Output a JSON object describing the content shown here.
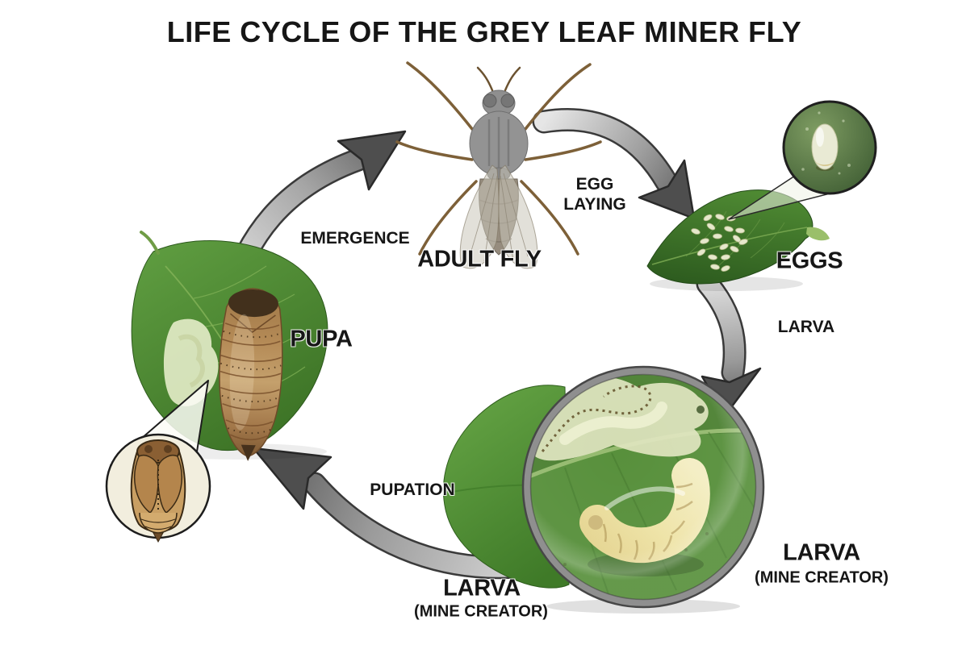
{
  "title": "LIFE CYCLE OF THE GREY LEAF MINER FLY",
  "stages": {
    "adult_fly": {
      "label": "ADULT FLY"
    },
    "eggs": {
      "label": "EGGS"
    },
    "larva_magnified_right": {
      "label": "LARVA",
      "sublabel": "(MINE CREATOR)"
    },
    "larva_magnified_bottom": {
      "label": "LARVA",
      "sublabel": "(MINE CREATOR)"
    },
    "pupa": {
      "label": "PUPA"
    }
  },
  "transitions": {
    "egg_laying": {
      "label_line1": "EGG",
      "label_line2": "LAYING"
    },
    "larva": {
      "label": "LARVA"
    },
    "pupation": {
      "label": "PUPATION"
    },
    "emergence": {
      "label": "EMERGENCE"
    }
  },
  "colors": {
    "background": "#ffffff",
    "text": "#161616",
    "arrow_light": "#e2e2e2",
    "arrow_dark": "#4f4f4f",
    "leaf_green": "#4f8a33",
    "leaf_green_dark": "#2e5c1f",
    "larva_cream": "#ecdf9e",
    "pupa_brown": "#a87a48",
    "egg_pale": "#e6e8cc",
    "inset_cream": "#f2eede"
  }
}
